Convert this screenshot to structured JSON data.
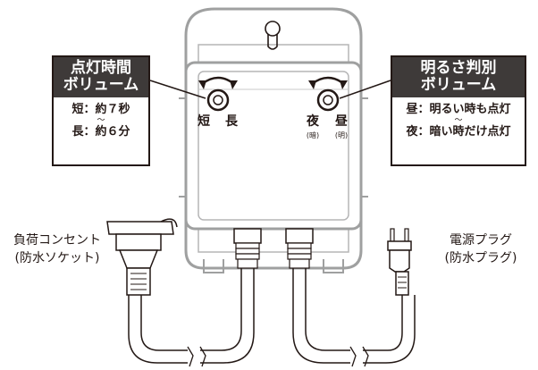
{
  "timer_callout": {
    "title_line1": "点灯時間",
    "title_line2": "ボリューム",
    "short_line": "短：約７秒",
    "tilde": "〜",
    "long_line": "長：約６分"
  },
  "brightness_callout": {
    "title_line1": "明るさ判別",
    "title_line2": "ボリューム",
    "day_line": "昼：明るい時も点灯",
    "tilde": "〜",
    "night_line": "夜：暗い時だけ点灯"
  },
  "knob_labels": {
    "short": "短",
    "long": "長",
    "night": "夜",
    "night_sub": "(暗)",
    "day": "昼",
    "day_sub": "(明)"
  },
  "outlet_label": {
    "line1": "負荷コンセント",
    "line2": "(防水ソケット)"
  },
  "plug_label": {
    "line1": "電源プラグ",
    "line2": "(防水プラグ)"
  },
  "colors": {
    "line": "#231815",
    "callout_header": "#3e3a39",
    "device_outline": "#9fa0a0",
    "background": "#ffffff"
  },
  "icons": [
    "keyhole-icon",
    "rotate-arrow-icon",
    "knob-icon",
    "outlet-icon",
    "plug-icon",
    "cable-break-icon"
  ]
}
